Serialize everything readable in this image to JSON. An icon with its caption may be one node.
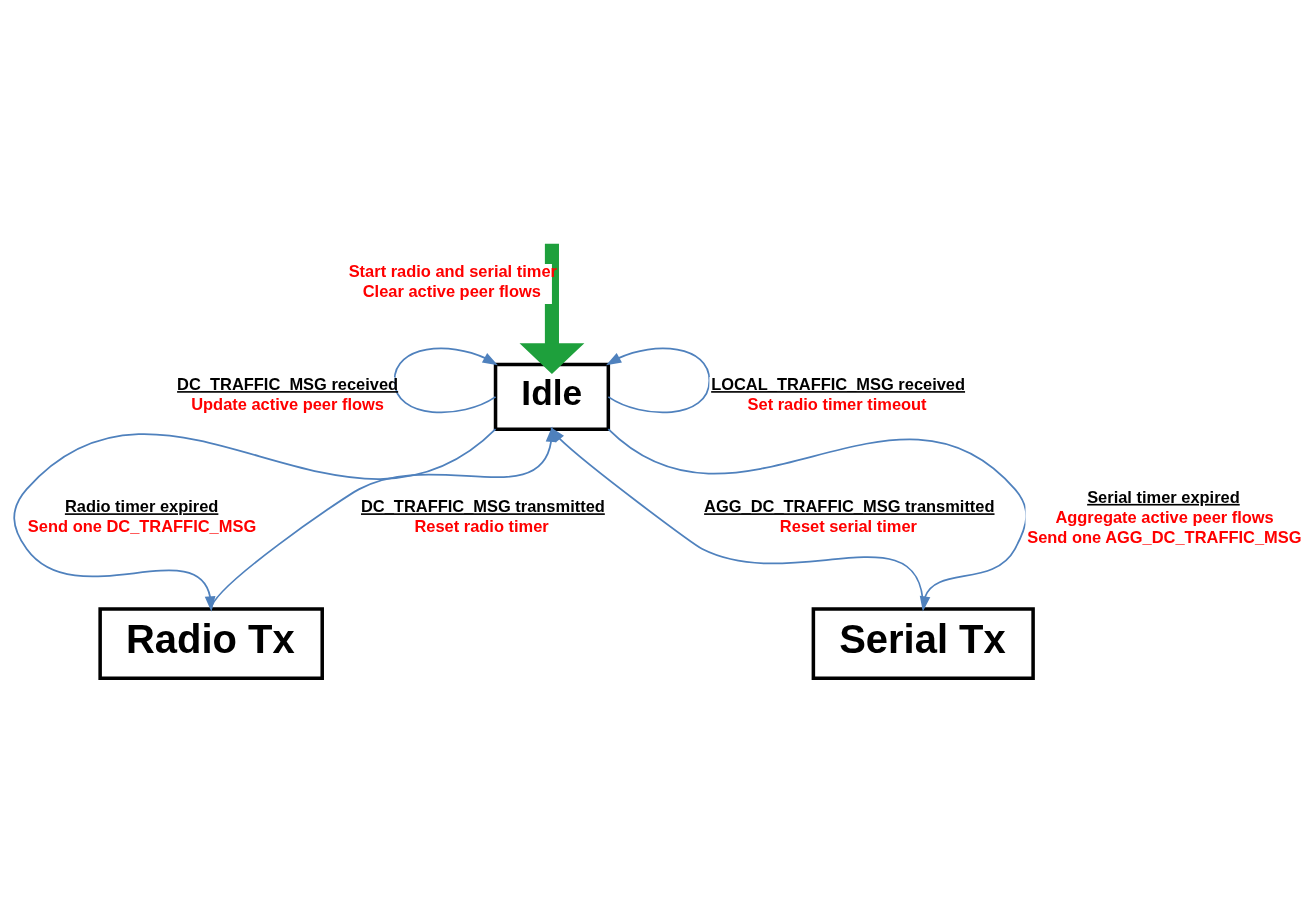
{
  "diagram": {
    "nodes": [
      {
        "text": [
          "Idle"
        ]
      },
      {
        "text": [
          "Radio Tx"
        ]
      },
      {
        "text": [
          "Serial Tx"
        ]
      }
    ],
    "edges": [
      {
        "from": null,
        "to": 0,
        "arrow": "to",
        "style": "thick",
        "color": "#1ea03c",
        "label": [
          "Start radio and serial timer",
          "Clear active peer flows"
        ]
      },
      {
        "from": 0,
        "to": 0,
        "arrow": "to",
        "label": [
          "DC_TRAFFIC_MSG received",
          "Update active peer flows"
        ]
      },
      {
        "from": 0,
        "to": 0,
        "arrow": "to",
        "label": [
          "LOCAL_TRAFFIC_MSG received",
          "Set radio timer timeout"
        ]
      },
      {
        "from": 0,
        "to": 1,
        "arrow": "to",
        "label": [
          "Radio timer expired",
          "Send one DC_TRAFFIC_MSG"
        ]
      },
      {
        "from": 1,
        "to": 0,
        "arrow": "to",
        "label": [
          "DC_TRAFFIC_MSG transmitted",
          "Reset radio timer"
        ]
      },
      {
        "from": 0,
        "to": 2,
        "arrow": "to",
        "label": [
          "Serial timer expired",
          "Aggregate active peer flows",
          "Send one AGG_DC_TRAFFIC_MSG"
        ]
      },
      {
        "from": 2,
        "to": 0,
        "arrow": "to",
        "label": [
          "AGG_DC_TRAFFIC_MSG transmitted",
          "Reset serial timer"
        ]
      }
    ]
  }
}
